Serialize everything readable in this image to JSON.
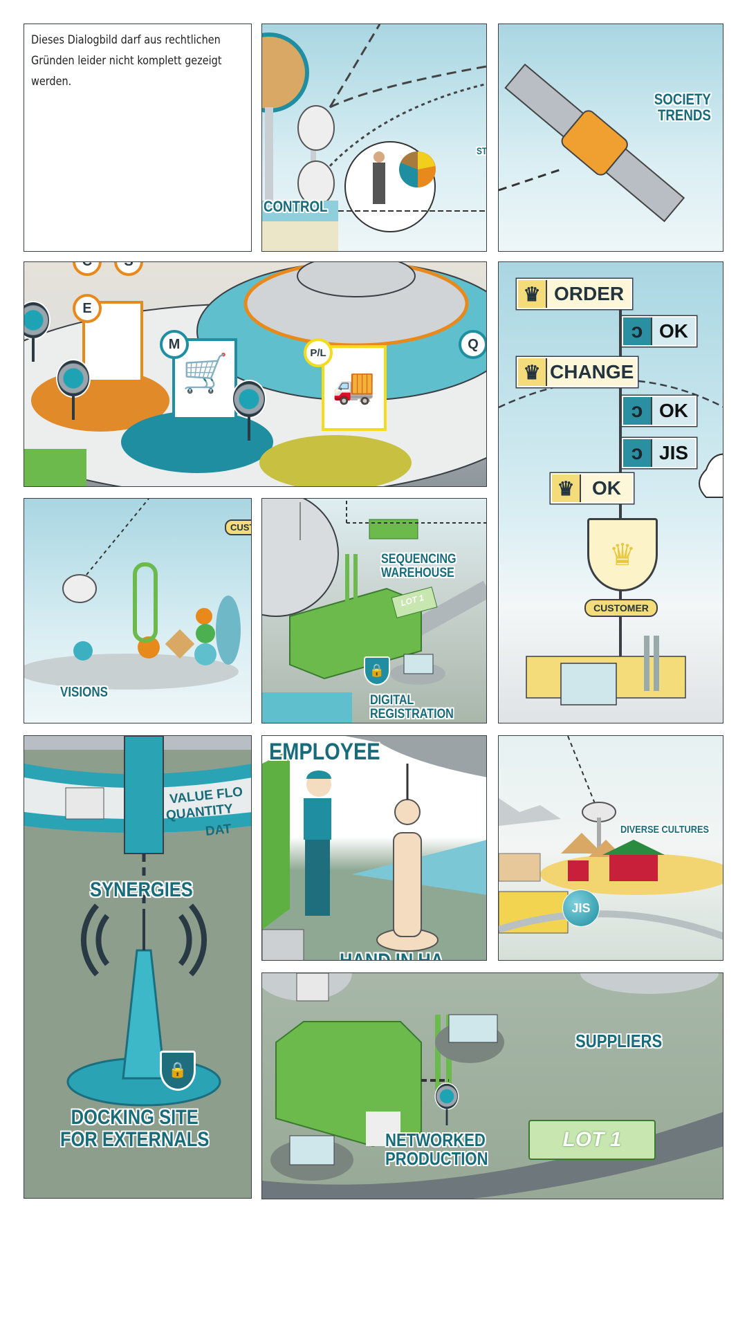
{
  "notice": {
    "text": "Dieses Dialogbild darf aus rechtlichen Gründen leider nicht komplett gezeigt werden."
  },
  "panel_control": {
    "label": "CONTROL",
    "partial_label": "ST"
  },
  "panel_society": {
    "label_line1": "SOCIETY",
    "label_line2": "TRENDS"
  },
  "panel_hub": {
    "letters": [
      "C",
      "S",
      "E",
      "M",
      "P/L",
      "Q"
    ]
  },
  "panel_order": {
    "tags": [
      {
        "type": "crown",
        "text": "ORDER"
      },
      {
        "type": "connector",
        "text": "OK"
      },
      {
        "type": "crown",
        "text": "CHANGE"
      },
      {
        "type": "connector",
        "text": "OK"
      },
      {
        "type": "connector",
        "text": "JIS"
      },
      {
        "type": "crown",
        "text": "OK"
      }
    ],
    "customer_label": "CUSTOMER"
  },
  "panel_visions": {
    "label": "VISIONS",
    "partial_tag": "CUST"
  },
  "panel_sequencing": {
    "label_line1": "SEQUENCING",
    "label_line2": "WAREHOUSE",
    "label2_line1": "DIGITAL",
    "label2_line2": "REGISTRATION",
    "truck_text": "LOT 1"
  },
  "panel_synergies": {
    "flow_1": "VALUE FLO",
    "flow_2": "QUANTITY",
    "flow_3": "DAT",
    "label": "SYNERGIES",
    "label2_line1": "DOCKING SITE",
    "label2_line2": "FOR EXTERNALS"
  },
  "panel_employee": {
    "label": "EMPLOYEE",
    "partial_label": "HAND IN HA"
  },
  "panel_cultures": {
    "label": "DIVERSE CULTURES",
    "bubble": "JIS"
  },
  "panel_production": {
    "label_suppliers": "SUPPLIERS",
    "label_line1": "NETWORKED",
    "label_line2": "PRODUCTION",
    "truck_text": "LOT 1"
  },
  "colors": {
    "teal": "#176b7b",
    "accent_teal": "#1e8ea0",
    "crown_yellow": "#f5dc7a",
    "green": "#5fb043",
    "orange": "#e8891c"
  }
}
